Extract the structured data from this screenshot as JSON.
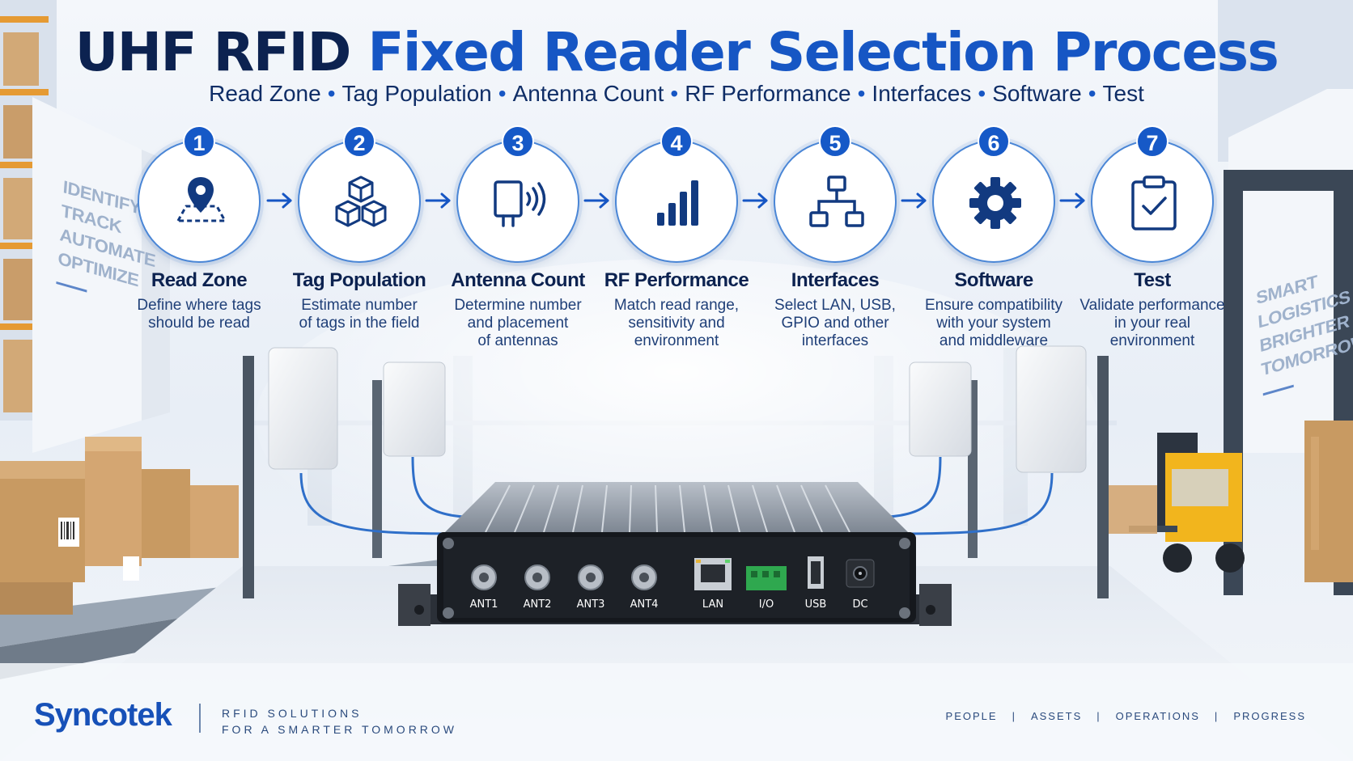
{
  "header": {
    "title_dark": "UHF RFID",
    "title_blue": "Fixed Reader Selection Process",
    "subtitle_items": [
      "Read Zone",
      "Tag Population",
      "Antenna Count",
      "RF Performance",
      "Interfaces",
      "Software",
      "Test"
    ],
    "subtitle_separator": "•"
  },
  "wall_left": [
    "IDENTIFY",
    "TRACK",
    "AUTOMATE",
    "OPTIMIZE"
  ],
  "wall_right": [
    "SMART",
    "LOGISTICS",
    "BRIGHTER",
    "TOMORROW"
  ],
  "steps": [
    {
      "number": "1",
      "title": "Read Zone",
      "desc": "Define where tags\nshould be read",
      "icon": "location-pin-icon"
    },
    {
      "number": "2",
      "title": "Tag Population",
      "desc": "Estimate number\nof tags in the field",
      "icon": "boxes-icon"
    },
    {
      "number": "3",
      "title": "Antenna Count",
      "desc": "Determine number\nand placement\nof antennas",
      "icon": "antenna-icon"
    },
    {
      "number": "4",
      "title": "RF Performance",
      "desc": "Match read range,\nsensitivity and\nenvironment",
      "icon": "signal-bars-icon"
    },
    {
      "number": "5",
      "title": "Interfaces",
      "desc": "Select LAN, USB,\nGPIO and other\ninterfaces",
      "icon": "network-icon"
    },
    {
      "number": "6",
      "title": "Software",
      "desc": "Ensure compatibility\nwith your system\nand middleware",
      "icon": "gear-icon"
    },
    {
      "number": "7",
      "title": "Test",
      "desc": "Validate performance\nin your real\nenvironment",
      "icon": "clipboard-check-icon"
    }
  ],
  "device": {
    "ports": [
      "ANT1",
      "ANT2",
      "ANT3",
      "ANT4",
      "LAN",
      "I/O",
      "USB",
      "DC"
    ]
  },
  "footer": {
    "brand": "Syncotek",
    "tagline_line1": "RFID SOLUTIONS",
    "tagline_line2": "FOR A SMARTER TOMORROW",
    "right_items": [
      "PEOPLE",
      "ASSETS",
      "OPERATIONS",
      "PROGRESS"
    ]
  },
  "colors": {
    "primary_blue": "#1656c4",
    "navy": "#0c2250",
    "ring_border": "#4a86d6"
  }
}
